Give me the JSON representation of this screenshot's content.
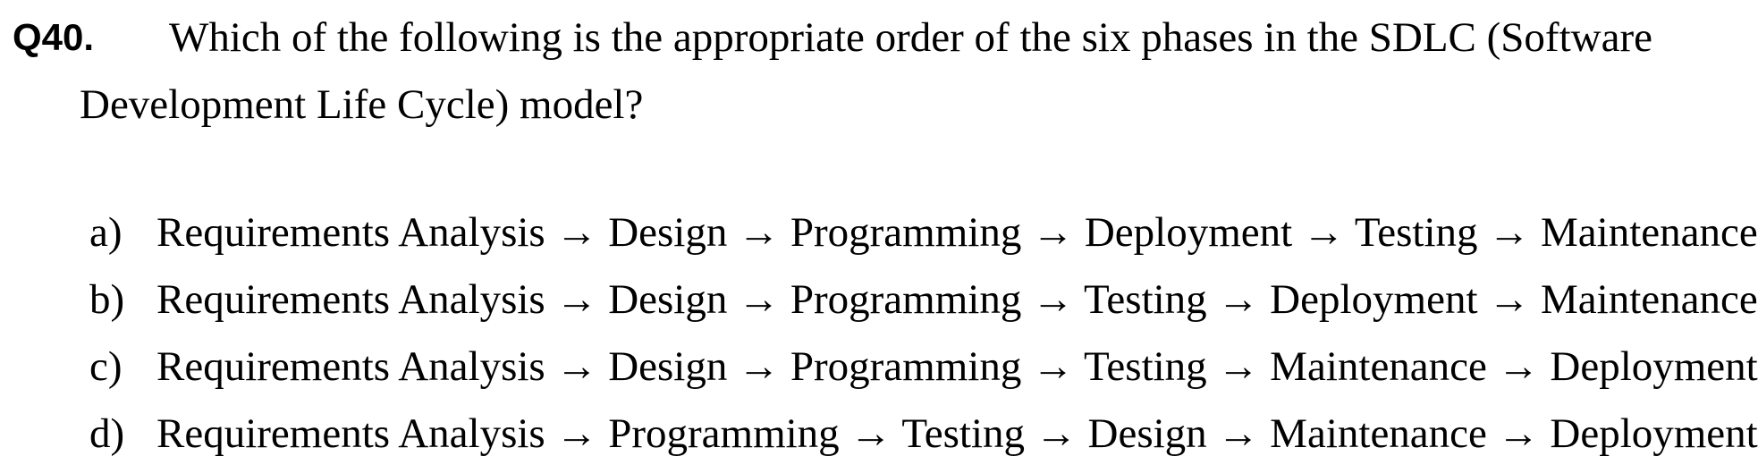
{
  "question": {
    "number": "Q40.",
    "text_line1": "Which of the following is the appropriate order of the six phases in the SDLC (Software",
    "text_line2": "Development Life Cycle) model?"
  },
  "options": [
    {
      "letter": "a)",
      "text": "Requirements Analysis → Design → Programming → Deployment → Testing → Maintenance"
    },
    {
      "letter": "b)",
      "text": "Requirements Analysis → Design → Programming → Testing → Deployment → Maintenance"
    },
    {
      "letter": "c)",
      "text": "Requirements Analysis → Design → Programming → Testing → Maintenance → Deployment"
    },
    {
      "letter": "d)",
      "text": "Requirements Analysis → Programming → Testing → Design → Maintenance → Deployment"
    }
  ]
}
